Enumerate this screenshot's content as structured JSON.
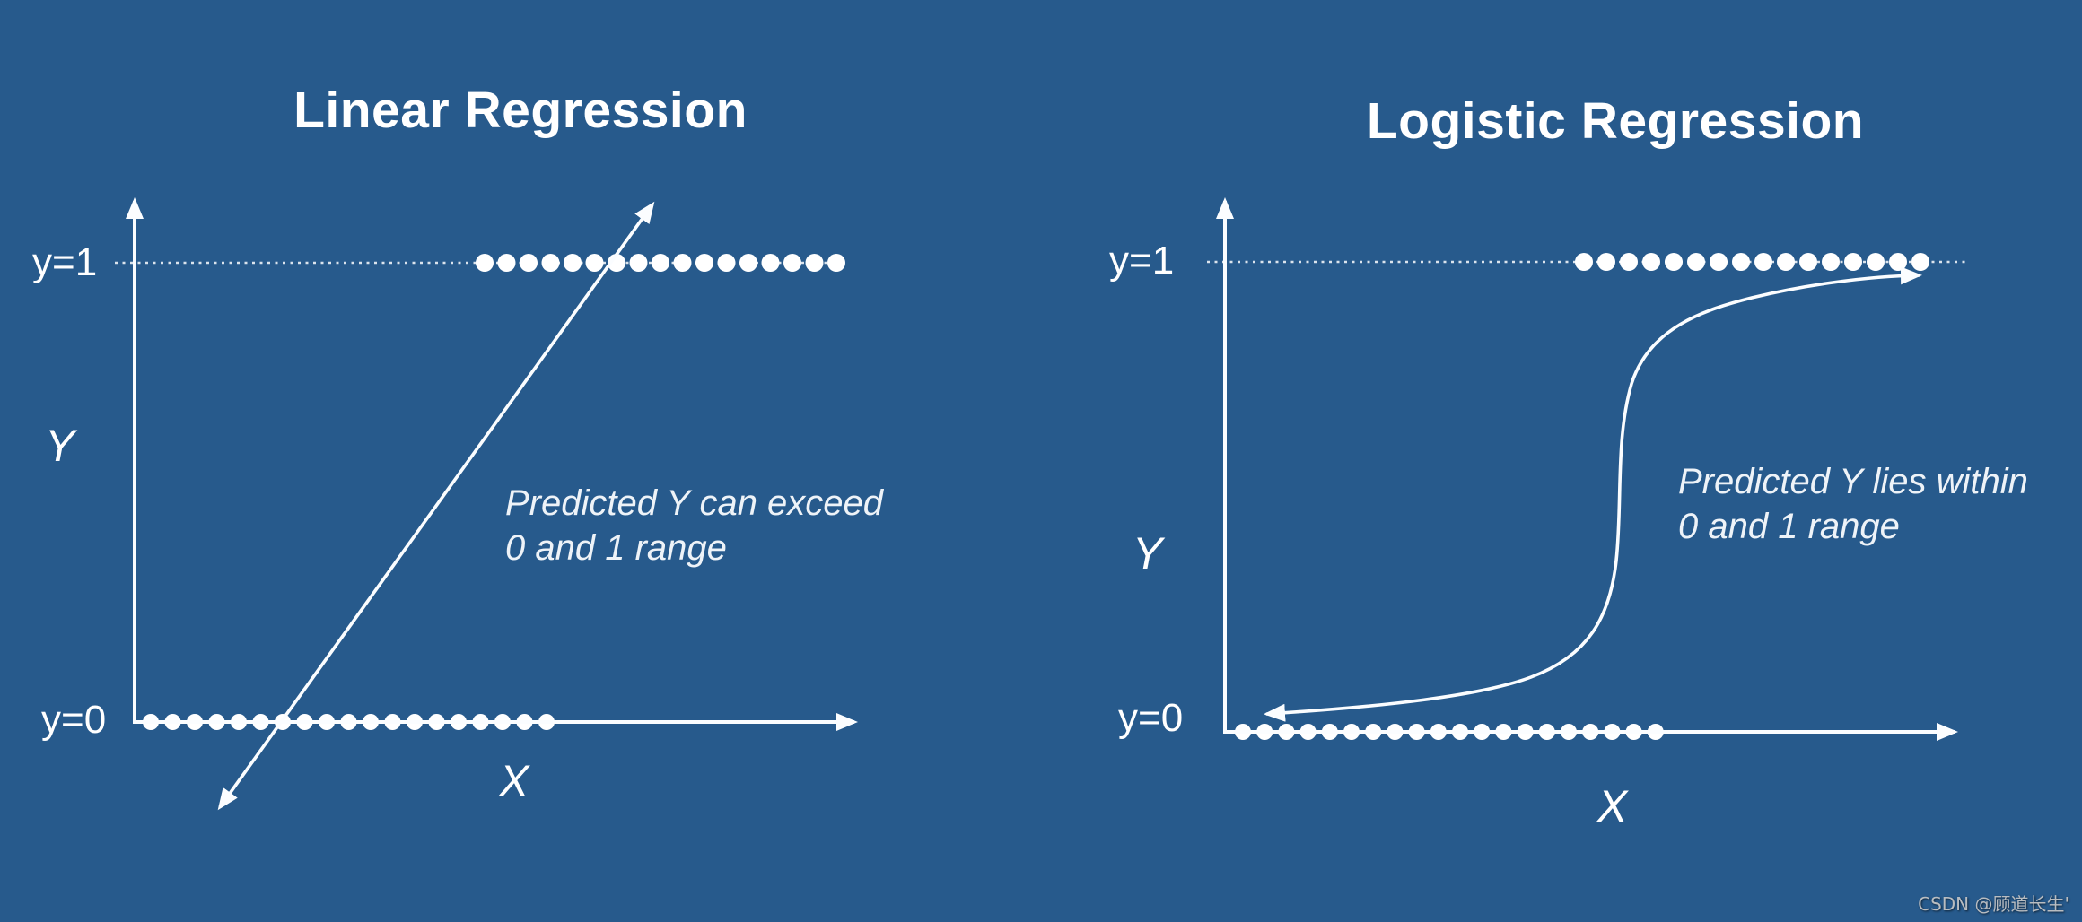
{
  "page": {
    "background": "#275a8c",
    "ink": "#ffffff"
  },
  "watermark": {
    "text": "CSDN @顾道长生'",
    "color": "#b9bdc1"
  },
  "chart_data": [
    {
      "type": "scatter",
      "panel": "left",
      "title": "Linear Regression",
      "xlabel": "X",
      "ylabel": "Y",
      "y_reference_lines": [
        {
          "label": "y=1",
          "value": 1,
          "style": "dotted"
        }
      ],
      "baseline_label": "y=0",
      "axis_ticks": "none",
      "legend": "none",
      "series": [
        {
          "name": "class-0 observations",
          "y": 0,
          "count": 19,
          "x_start_frac": 0.02,
          "x_end_frac": 0.57
        },
        {
          "name": "class-1 observations",
          "y": 1,
          "count": 17,
          "x_start_frac": 0.49,
          "x_end_frac": 0.98
        }
      ],
      "fit": {
        "shape": "linear",
        "direction": "rising",
        "extends_beyond_0_and_1": true,
        "arrowheads": "both"
      },
      "annotation": "Predicted Y can exceed\n0 and 1 range"
    },
    {
      "type": "scatter",
      "panel": "right",
      "title": "Logistic Regression",
      "xlabel": "X",
      "ylabel": "Y",
      "y_reference_lines": [
        {
          "label": "y=1",
          "value": 1,
          "style": "dotted"
        }
      ],
      "baseline_label": "y=0",
      "axis_ticks": "none",
      "legend": "none",
      "series": [
        {
          "name": "class-0 observations",
          "y": 0,
          "count": 20,
          "x_start_frac": 0.02,
          "x_end_frac": 0.59
        },
        {
          "name": "class-1 observations",
          "y": 1,
          "count": 16,
          "x_start_frac": 0.49,
          "x_end_frac": 0.95
        }
      ],
      "fit": {
        "shape": "sigmoid",
        "direction": "rising",
        "bounded_between_0_and_1": true,
        "arrowheads": "both"
      },
      "annotation": "Predicted Y lies within\n0 and 1 range"
    }
  ]
}
